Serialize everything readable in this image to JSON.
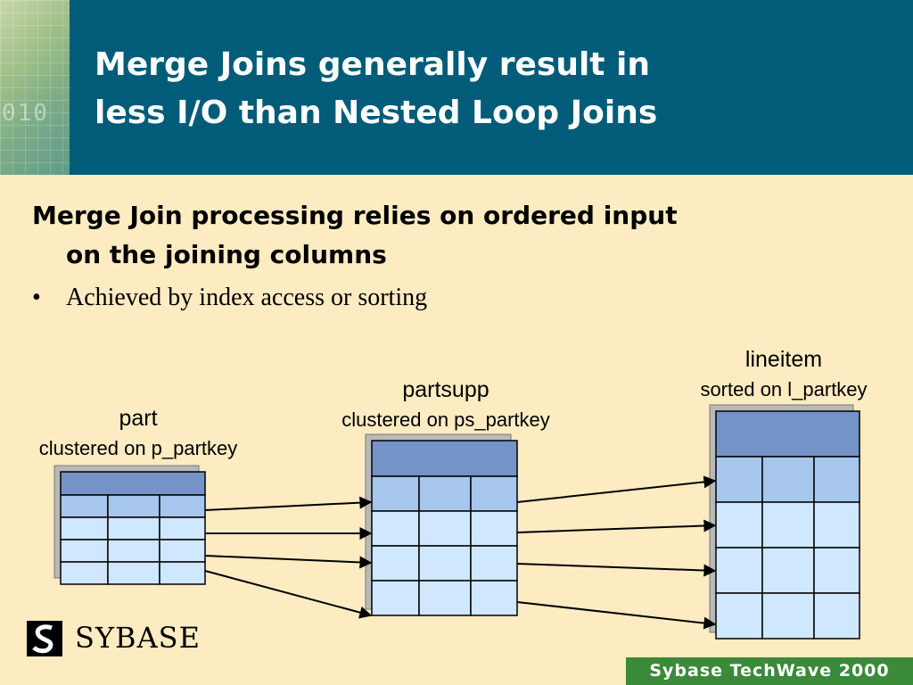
{
  "slide": {
    "title_line1": "Merge Joins generally result in",
    "title_line2": "less I/O than Nested Loop Joins",
    "heading_line1": "Merge Join processing relies on ordered input",
    "heading_line2": "on the joining columns",
    "bullet_symbol": "•",
    "bullet_text": "Achieved by index access or sorting"
  },
  "tables": [
    {
      "name": "part",
      "note": "clustered on p_partkey"
    },
    {
      "name": "partsupp",
      "note": "clustered on ps_partkey"
    },
    {
      "name": "lineitem",
      "note": "sorted on l_partkey"
    }
  ],
  "branding": {
    "logo_text": "SYBASE",
    "logo_icon": "sybase-s-emblem-icon",
    "event_label": "Sybase TechWave 2000"
  },
  "colors": {
    "header_bg": "#005c78",
    "slide_bg": "#fdebc2",
    "table_header": "#7494c8",
    "table_row_first": "#a6c6ee",
    "table_row": "#cfe7ff",
    "footer_badge": "#3a8a3a"
  }
}
